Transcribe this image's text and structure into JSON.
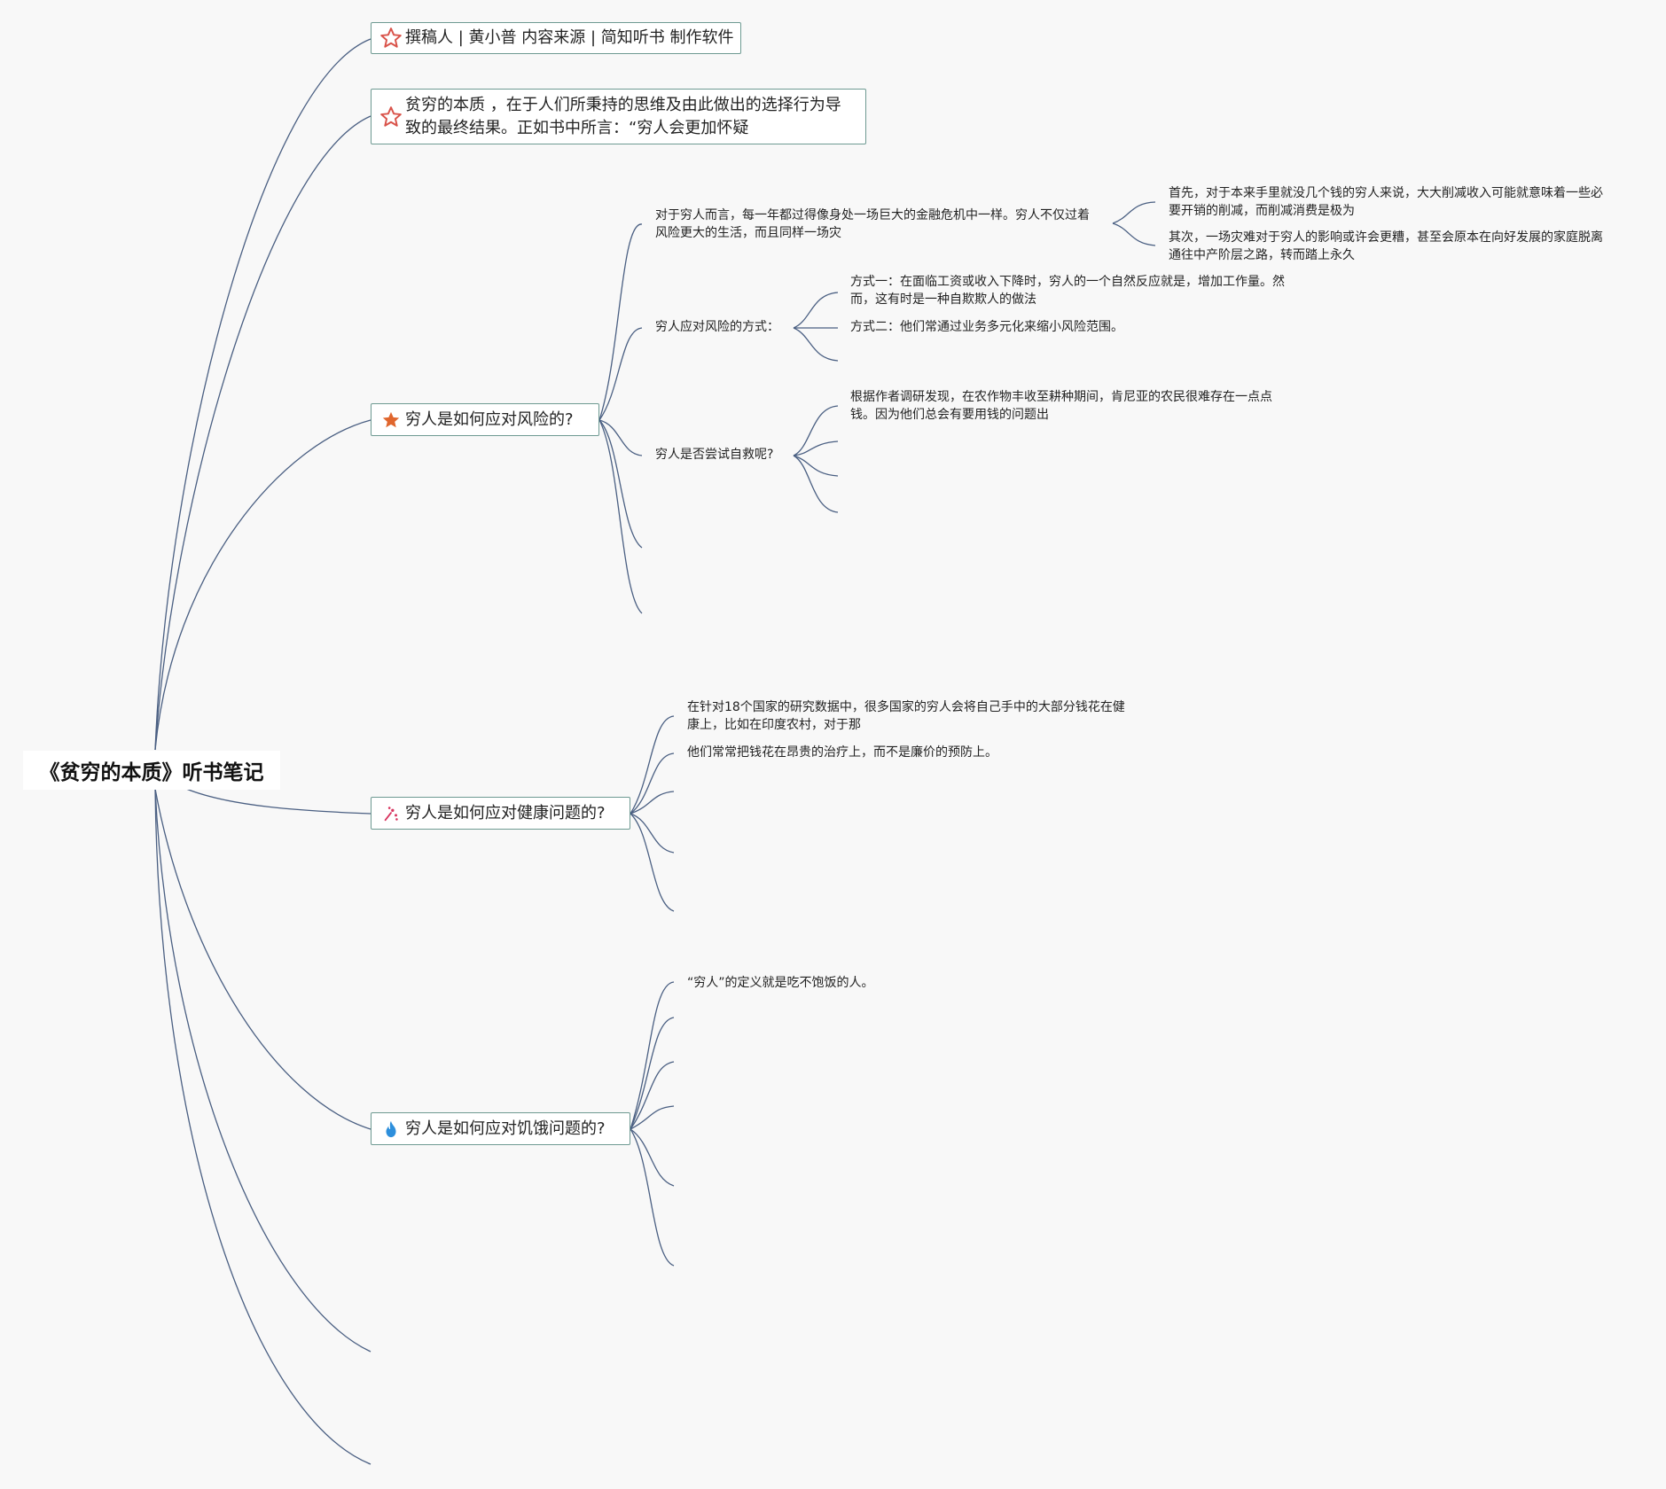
{
  "root": {
    "title": "《贫穷的本质》听书笔记"
  },
  "topics": {
    "author": {
      "label": "撰稿人 | 黄小普 内容来源 | 简知听书 制作软件",
      "icon": "star-outline-icon"
    },
    "essence": {
      "label": "贫穷的本质 ，在于人们所秉持的思维及由此做出的选择行为导致的最终结果。正如书中所言：“穷人会更加怀疑",
      "icon": "star-outline-icon"
    },
    "risk": {
      "label": "穷人是如何应对风险的?",
      "icon": "star-filled-icon"
    },
    "health": {
      "label": "穷人是如何应对健康问题的?",
      "icon": "sparkle-icon"
    },
    "hunger": {
      "label": "穷人是如何应对饥饿问题的?",
      "icon": "flame-icon"
    }
  },
  "risk_children": {
    "crisis": "对于穷人而言，每一年都过得像身处一场巨大的金融危机中一样。穷人不仅过着风险更大的生活，而且同样一场灾",
    "crisis_details": [
      "首先，对于本来手里就没几个钱的穷人来说，大大削减收入可能就意味着一些必要开销的削减，而削减消费是极为",
      "其次，一场灾难对于穷人的影响或许会更糟，甚至会原本在向好发展的家庭脱离通往中产阶层之路，转而踏上永久"
    ],
    "ways": "穷人应对风险的方式：",
    "ways_details": [
      "方式一：在面临工资或收入下降时，穷人的一个自然反应就是，增加工作量。然而，这有时是一种自欺欺人的做法",
      "方式二：他们常通过业务多元化来缩小风险范围。"
    ],
    "selfhelp": "穷人是否尝试自救呢?",
    "selfhelp_details": [
      "根据作者调研发现，在农作物丰收至耕种期间，肯尼亚的农民很难存在一点点钱。因为他们总会有要用钱的问题出"
    ]
  },
  "health_children": [
    "在针对18个国家的研究数据中，很多国家的穷人会将自己手中的大部分钱花在健康上，比如在印度农村，对于那",
    "他们常常把钱花在昂贵的治疗上，而不是廉价的预防上。"
  ],
  "hunger_children": [
    "“穷人”的定义就是吃不饱饭的人。"
  ],
  "colors": {
    "link": "#4a5f82",
    "topic_border": "#6e9a92",
    "star_outline": "#d9534a",
    "star_filled": "#e0662d",
    "sparkle": "#d8345f",
    "flame": "#2d8fdc"
  }
}
